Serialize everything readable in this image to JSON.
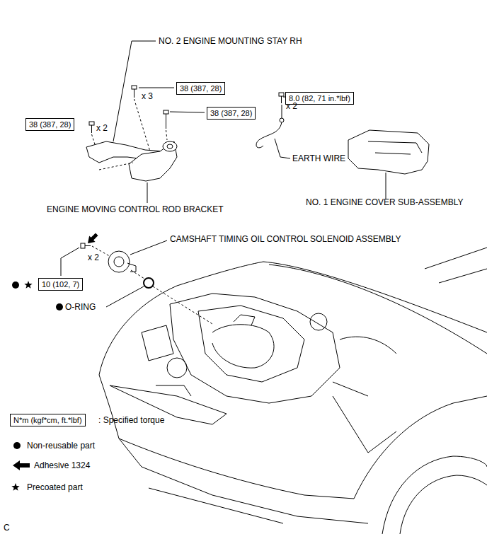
{
  "diagram": {
    "nodes": [
      {
        "text": [
          "38 (387, 28)"
        ]
      },
      {
        "text": [
          "38 (387, 28)"
        ]
      },
      {
        "text": [
          "38 (387, 28)"
        ]
      },
      {
        "text": [
          "8.0 (82, 71 in.*lbf)"
        ]
      },
      {
        "text": [
          "10 (102, 7)"
        ]
      },
      {
        "text": [
          "N*m (kgf*cm, ft.*lbf)"
        ]
      }
    ],
    "labels": [
      "NO. 2 ENGINE MOUNTING STAY RH",
      "x 3",
      "x 2",
      "ENGINE MOVING CONTROL ROD BRACKET",
      "x 2",
      "EARTH WIRE",
      "NO. 1 ENGINE COVER SUB-ASSEMBLY",
      "CAMSHAFT TIMING OIL CONTROL SOLENOID ASSEMBLY",
      "x 2",
      "O-RING",
      "C"
    ],
    "legend": [
      {
        "text": ": Specified torque"
      },
      {
        "text": "Non-reusable part"
      },
      {
        "text": "Adhesive 1324"
      },
      {
        "text": "Precoated part"
      }
    ]
  }
}
